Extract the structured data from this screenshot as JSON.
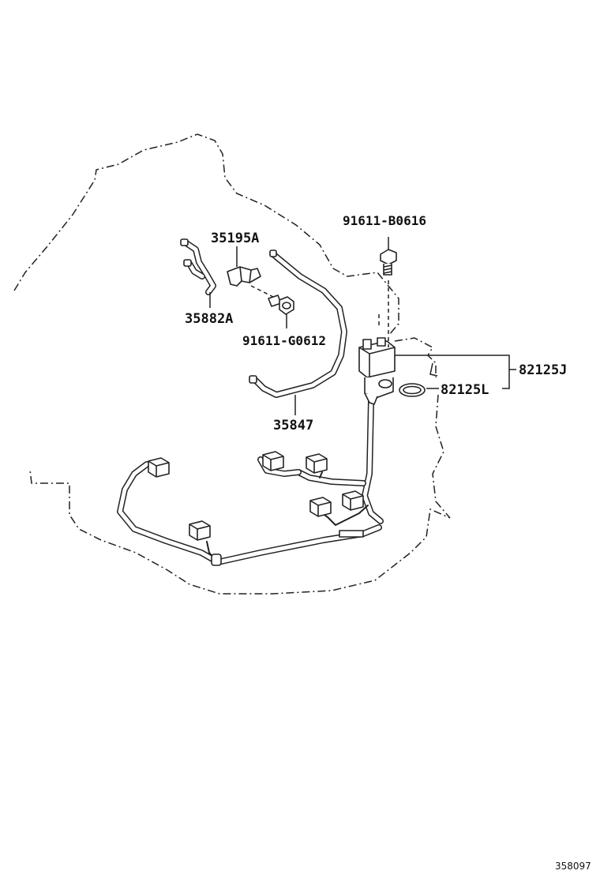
{
  "callouts": {
    "bolt_top": "91611-B0616",
    "clip": "35195A",
    "hose_small": "35882A",
    "bolt_clip": "91611-G0612",
    "tube": "35847",
    "sensor_assy": "82125J",
    "o_ring": "82125L"
  },
  "reference_code": "358097",
  "colors": {
    "line": "#222222",
    "text": "#111111",
    "background": "#ffffff"
  }
}
